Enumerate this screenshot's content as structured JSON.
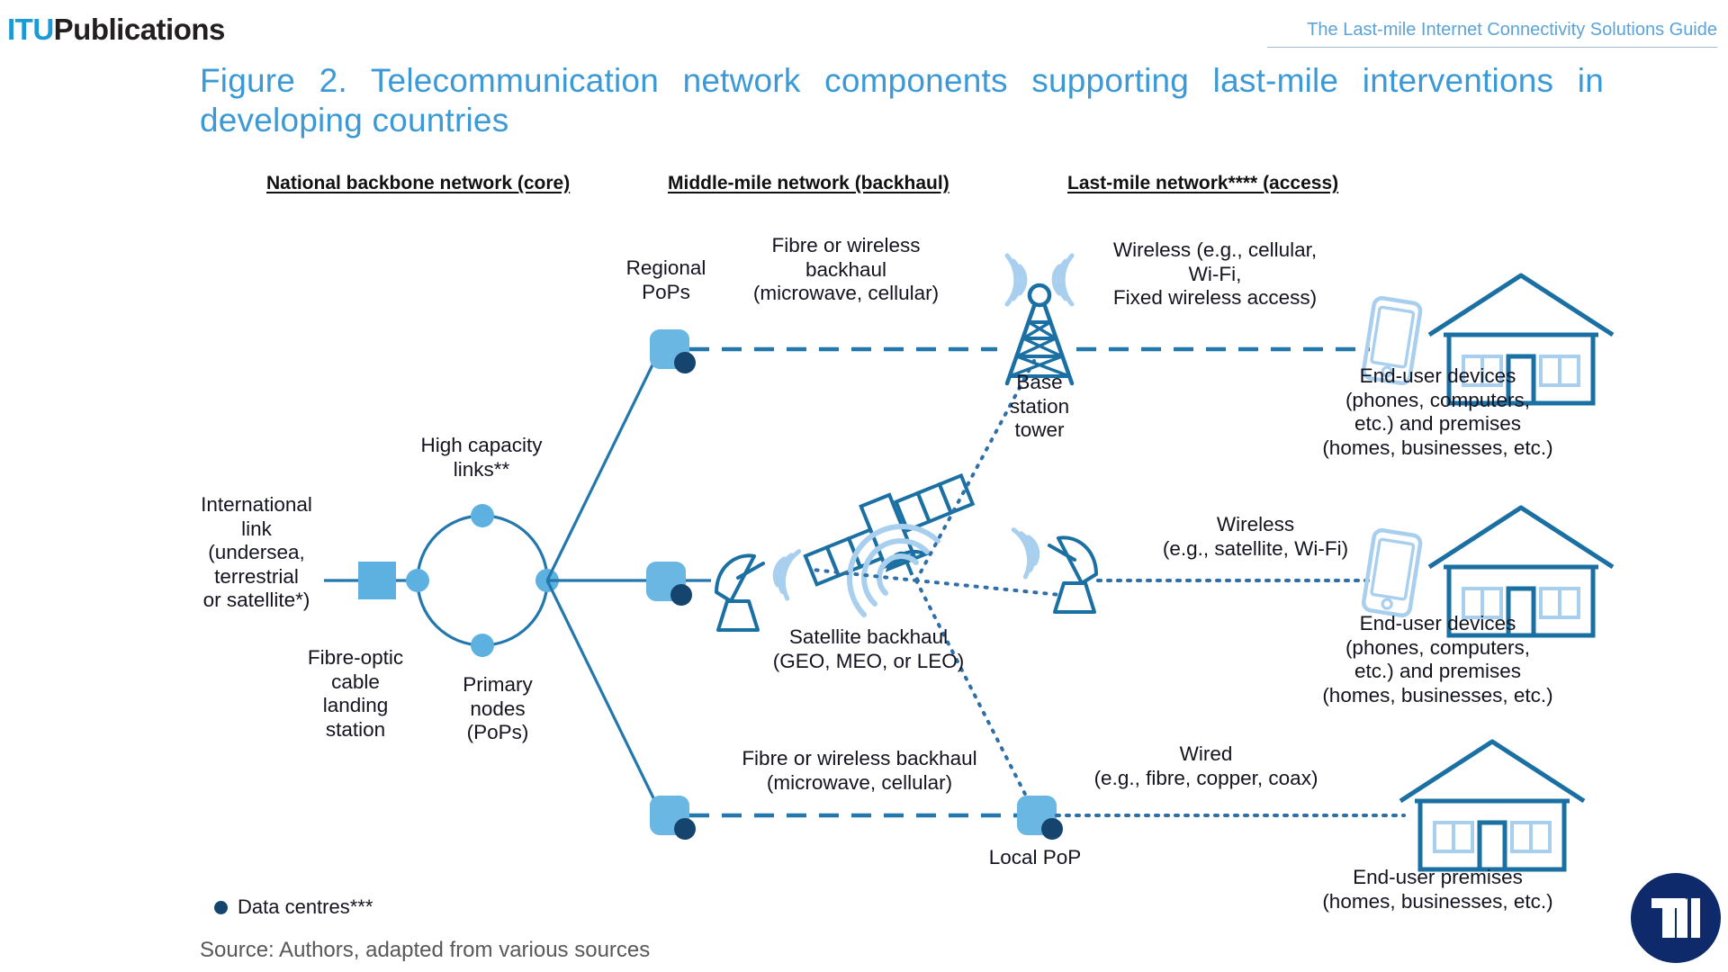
{
  "brand": {
    "primary": "ITU",
    "secondary": "Publications"
  },
  "header": {
    "doc_title": "The Last-mile Internet Connectivity Solutions Guide"
  },
  "figure": {
    "title": "Figure 2. Telecommunication network components supporting last-mile interventions in developing countries"
  },
  "sections": [
    {
      "id": "core",
      "label": "National backbone network (core)"
    },
    {
      "id": "middle",
      "label": "Middle-mile network (backhaul)"
    },
    {
      "id": "last",
      "label": "Last-mile network**** (access)"
    }
  ],
  "labels": {
    "international_link": "International\nlink\n(undersea,\nterrestrial\nor satellite*)",
    "landing_station": "Fibre-optic\ncable\nlanding\nstation",
    "high_capacity_links": "High capacity\nlinks**",
    "primary_nodes": "Primary\nnodes\n(PoPs)",
    "regional_pops": "Regional\nPoPs",
    "backhaul_top": "Fibre or wireless\nbackhaul\n(microwave, cellular)",
    "backhaul_bottom": "Fibre or wireless backhaul\n(microwave, cellular)",
    "satellite_backhaul": "Satellite backhaul\n(GEO, MEO, or LEO)",
    "base_station": "Base\nstation\ntower",
    "local_pop": "Local PoP",
    "access_wireless_top": "Wireless (e.g., cellular,\nWi-Fi,\nFixed wireless access)",
    "access_wireless_mid": "Wireless\n(e.g., satellite, Wi-Fi)",
    "access_wired": "Wired\n(e.g., fibre, copper, coax)",
    "end_user_top": "End-user devices\n(phones, computers,\netc.) and premises\n(homes, businesses, etc.)",
    "end_user_mid": "End-user devices\n(phones, computers,\netc.) and premises\n(homes, businesses, etc.)",
    "end_user_bottom": "End-user premises\n(homes, businesses, etc.)"
  },
  "legend": {
    "marker": "data-centre-dot",
    "label": "Data centres***"
  },
  "source": "Source: Authors, adapted from various sources",
  "logo": {
    "text": "TI"
  },
  "colors": {
    "brand_blue": "#1a9ad7",
    "title_blue": "#3b9ad6",
    "line_blue": "#2277ad",
    "node_blue": "#5cb1e0",
    "icon_blue": "#1a6fa3",
    "wave_blue": "#a9cfee",
    "data_centre_navy": "#15456e",
    "text_dark": "#141420",
    "source_grey": "#58585b",
    "logo_navy": "#0e2a6b"
  }
}
